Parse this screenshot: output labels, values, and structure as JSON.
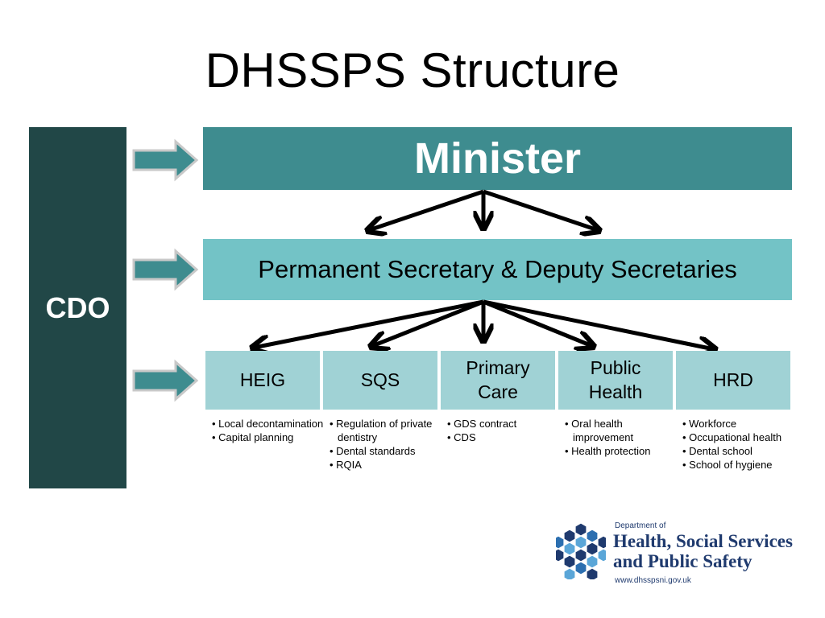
{
  "title": "DHSSPS Structure",
  "side_bar": {
    "label": "CDO"
  },
  "minister": {
    "label": "Minister"
  },
  "secretaries": {
    "label": "Permanent Secretary & Deputy Secretaries"
  },
  "units": [
    {
      "name": "HEIG",
      "items": [
        "Local decontamination",
        "Capital planning"
      ]
    },
    {
      "name": "SQS",
      "items": [
        "Regulation of private dentistry",
        "Dental standards",
        "RQIA"
      ]
    },
    {
      "name": "Primary Care",
      "items": [
        "GDS contract",
        "CDS"
      ]
    },
    {
      "name": "Public Health",
      "items": [
        "Oral health improvement",
        "Health protection"
      ]
    },
    {
      "name": "HRD",
      "items": [
        "Workforce",
        "Occupational health",
        "Dental school",
        "School of hygiene"
      ]
    }
  ],
  "logo": {
    "department": "Department of",
    "line1": "Health, Social Services",
    "line2": "and Public Safety",
    "url": "www.dhsspsni.gov.uk"
  },
  "colors": {
    "cdo_bar": "#214747",
    "minister": "#3e8c8f",
    "secretaries": "#73c3c6",
    "units": "#a0d2d5",
    "side_arrow": "#3e8c8f",
    "logo_navy": "#1f3a6e"
  }
}
